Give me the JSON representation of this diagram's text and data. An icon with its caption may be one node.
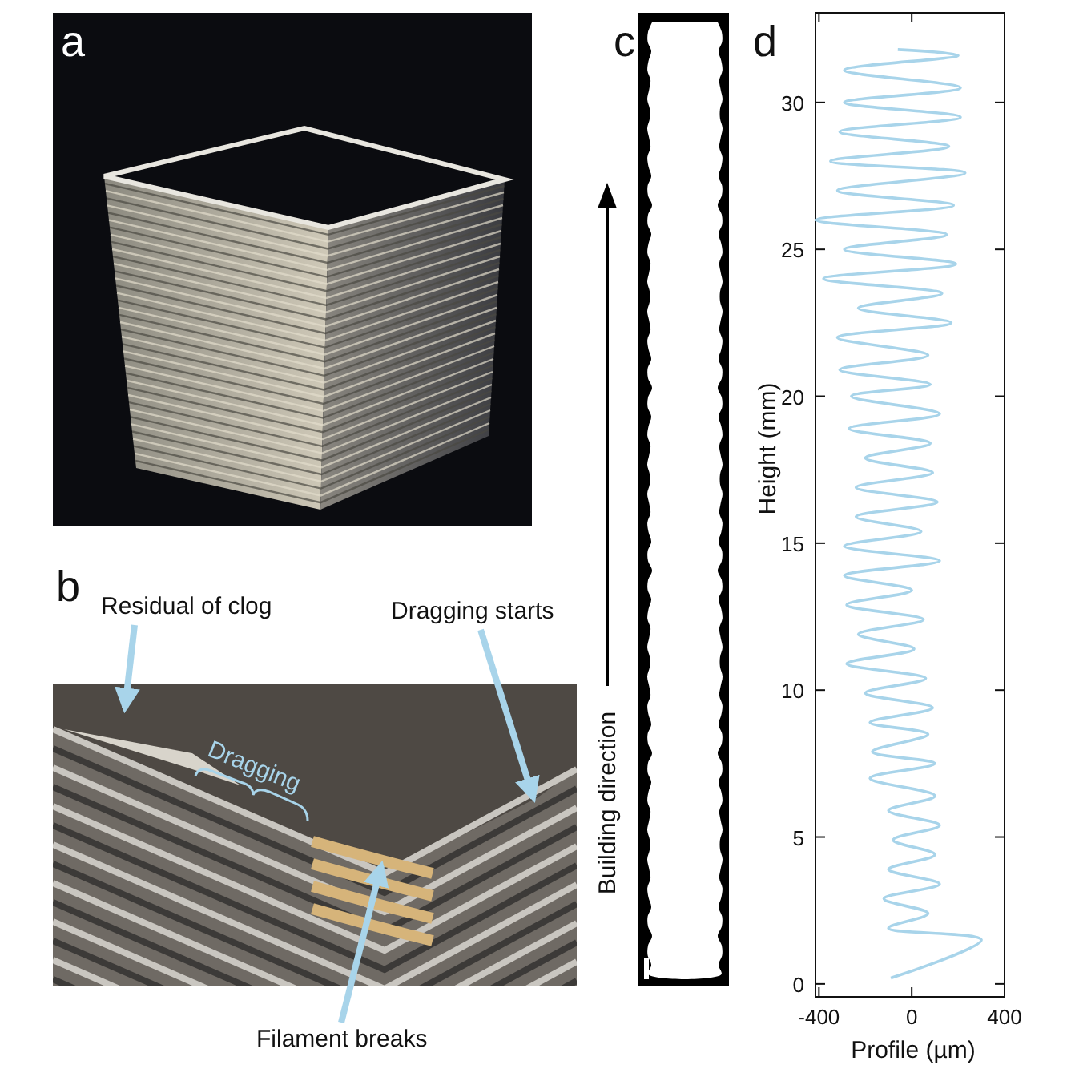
{
  "diagram": {
    "nodes": [
      {
        "text": [
          "Residual of clog"
        ]
      },
      {
        "text": [
          "Dragging starts"
        ]
      },
      {
        "text": [
          "Filament breaks"
        ]
      }
    ],
    "edges": [
      {
        "from": 0,
        "to": null,
        "arrow": "to"
      },
      {
        "from": 1,
        "to": null,
        "arrow": "to"
      },
      {
        "from": 2,
        "to": null,
        "arrow": "to"
      }
    ],
    "labels": [
      "a",
      "b",
      "Dragging",
      "c",
      "Building direction",
      "d"
    ],
    "chart_data": {
      "type": "line",
      "xlabel": "Profile (µm)",
      "ylabel": "Height (mm)",
      "x": [
        -90,
        300,
        -100,
        70,
        -120,
        120,
        -100,
        100,
        -80,
        120,
        -100,
        100,
        -180,
        100,
        -170,
        70,
        -180,
        90,
        -200,
        60,
        -280,
        10,
        -230,
        50,
        -280,
        0,
        -290,
        120,
        -290,
        40,
        -240,
        110,
        -240,
        90,
        -200,
        80,
        -270,
        120,
        -260,
        80,
        -310,
        70,
        -320,
        170,
        -230,
        130,
        -380,
        190,
        -290,
        150,
        -410,
        180,
        -320,
        230,
        -350,
        160,
        -310,
        210,
        -290,
        210,
        -290,
        200,
        -60
      ],
      "series": [
        {
          "color": "#a8d4ea",
          "values": [
            0.2,
            1.5,
            1.9,
            2.4,
            2.9,
            3.4,
            3.9,
            4.4,
            4.9,
            5.4,
            5.9,
            6.4,
            7.0,
            7.5,
            7.9,
            8.5,
            8.9,
            9.4,
            9.9,
            10.4,
            10.9,
            11.4,
            11.9,
            12.4,
            12.9,
            13.4,
            13.9,
            14.4,
            14.9,
            15.4,
            15.9,
            16.4,
            16.9,
            17.4,
            17.9,
            18.4,
            18.9,
            19.4,
            20.0,
            20.4,
            20.9,
            21.4,
            22.0,
            22.5,
            23.0,
            23.5,
            24.0,
            24.5,
            25.0,
            25.5,
            26.0,
            26.5,
            27.0,
            27.6,
            28.0,
            28.5,
            29.0,
            29.5,
            30.0,
            30.5,
            31.1,
            31.6,
            31.8
          ]
        }
      ],
      "xlim": [
        -415,
        400
      ],
      "ylim": [
        -0.44,
        33.05
      ],
      "xticks": [
        -400,
        0,
        400
      ],
      "yticks": [
        0,
        5,
        10,
        15,
        20,
        25,
        30
      ]
    }
  }
}
